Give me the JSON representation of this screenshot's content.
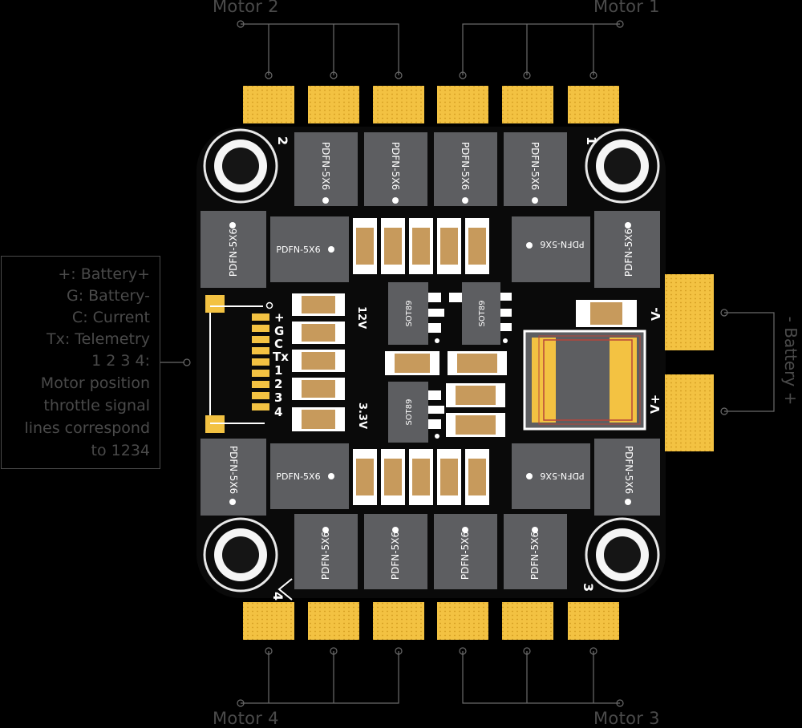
{
  "labels": {
    "motor_2": "Motor 2",
    "motor_1": "Motor 1",
    "motor_4": "Motor 4",
    "motor_3": "Motor 3",
    "battery": "- Battery +"
  },
  "legend": [
    "+: Battery+",
    "G: Battery-",
    "C: Current",
    "Tx: Telemetry",
    "1 2 3 4:",
    "Motor position",
    "throttle signal",
    "lines correspond",
    "to 1234"
  ],
  "board": {
    "mosfet_text": "PDFN-5X6",
    "ic_text": "SOT89",
    "corner_numbers": [
      "2",
      "1",
      "4",
      "3"
    ],
    "connector_pins": [
      "+",
      "G",
      "C",
      "Tx",
      "1",
      "2",
      "3",
      "4"
    ],
    "voltage_12v": "12V",
    "voltage_3v3": "3.3V",
    "vminus": "V-",
    "vplus": "V+"
  },
  "colors": {
    "board": "#0a0a0a",
    "pad_gold": "#f3c242",
    "component_gray": "#5d5e61",
    "cap_tan": "#c79a5c",
    "line_gray": "#6a6a6a",
    "text_gray": "#4a4a4a"
  }
}
